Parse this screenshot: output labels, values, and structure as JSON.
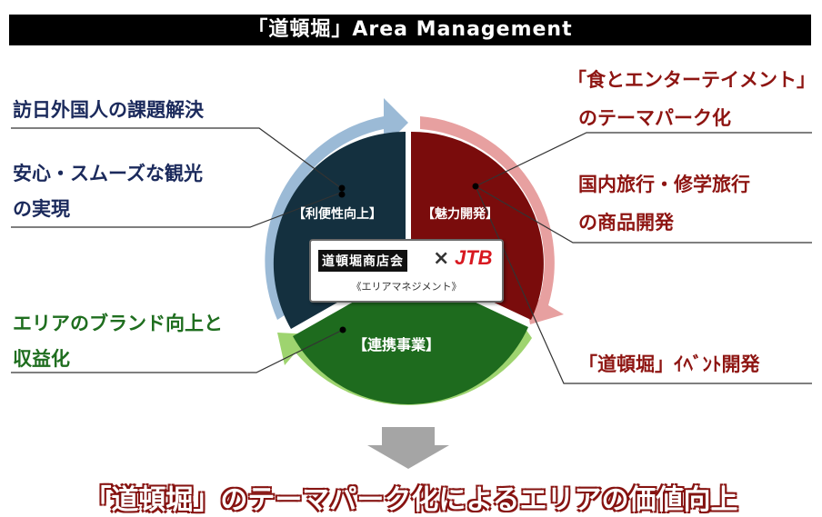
{
  "header": {
    "title": "「道頓堀」Area Management"
  },
  "left_labels": {
    "inbound": "訪日外国人の課題解決",
    "safe_line1": "安心・スムーズな観光",
    "safe_line2": "の実現",
    "brand_line1": "エリアのブランド向上と",
    "brand_line2": "収益化"
  },
  "right_labels": {
    "themepark_line1": "「食とエンターテイメント」",
    "themepark_line2": "のテーマパーク化",
    "travel_line1": "国内旅行・修学旅行",
    "travel_line2": "の商品開発",
    "event": "「道頓堀」ｲﾍﾞﾝﾄ開発"
  },
  "segments": {
    "convenience": "【利便性向上】",
    "attraction": "【魅力開発】",
    "partnership": "【連携事業】"
  },
  "center": {
    "shotenkai": "道頓堀商店会",
    "cross": "×",
    "jtb": "JTB",
    "area_management": "《エリアマネジメント》"
  },
  "conclusion": "「道頓堀」のテーマパーク化によるエリアの価値向上",
  "colors": {
    "navy_segment": "#14303f",
    "maroon_segment": "#7a0c0c",
    "green_segment": "#1e6b1e",
    "blue_arrow": "#9bbad6",
    "pink_arrow": "#e7a0a0",
    "green_arrow": "#9ed46f"
  }
}
